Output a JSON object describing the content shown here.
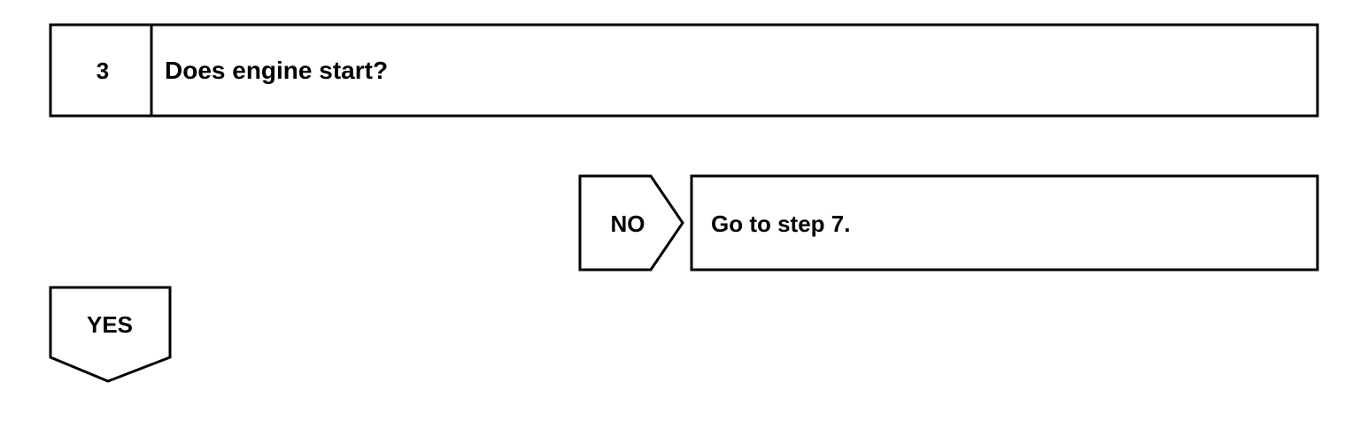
{
  "step": {
    "number": "3",
    "question": "Does engine start?"
  },
  "no_branch": {
    "label": "NO",
    "action": "Go to step 7."
  },
  "yes_branch": {
    "label": "YES"
  },
  "colors": {
    "line": "#000000",
    "background": "#ffffff"
  }
}
